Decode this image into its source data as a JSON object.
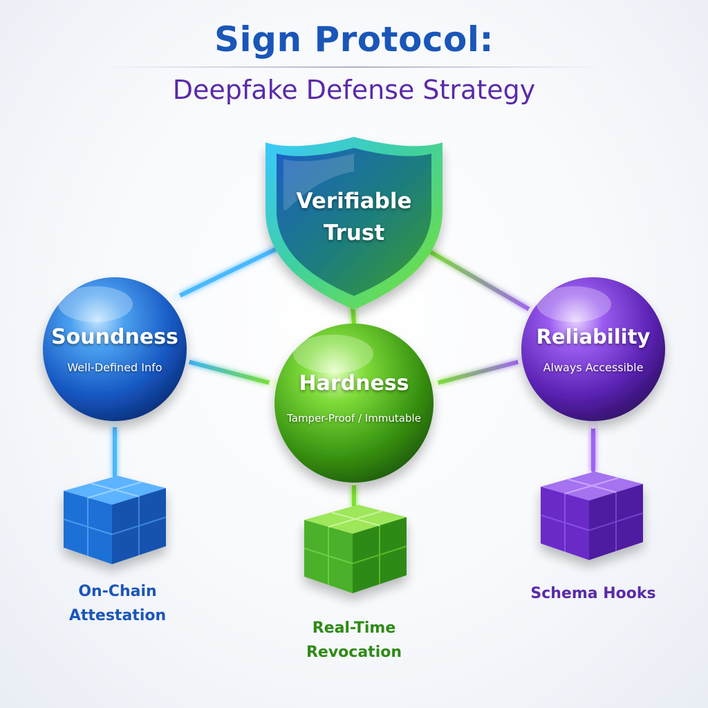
{
  "header": {
    "title": "Sign Protocol:",
    "subtitle": "Deepfake Defense Strategy"
  },
  "shield": {
    "line1": "Verifiable",
    "line2": "Trust"
  },
  "pillars": [
    {
      "title": "Soundness",
      "subtitle": "Well-Defined Info",
      "component_line1": "On-Chain",
      "component_line2": "Attestation",
      "color": "#1f6fd6"
    },
    {
      "title": "Hardness",
      "subtitle": "Tamper-Proof / Immutable",
      "component_line1": "Real-Time",
      "component_line2": "Revocation",
      "color": "#3f9e1c"
    },
    {
      "title": "Reliability",
      "subtitle": "Always Accessible",
      "component_line1": "Schema Hooks",
      "component_line2": "",
      "color": "#6b2bc4"
    }
  ],
  "colors": {
    "title": "#1a56b8",
    "subtitle": "#5a2aa8",
    "blue": "#1f6fd6",
    "green": "#3f9e1c",
    "purple": "#6b2bc4"
  }
}
